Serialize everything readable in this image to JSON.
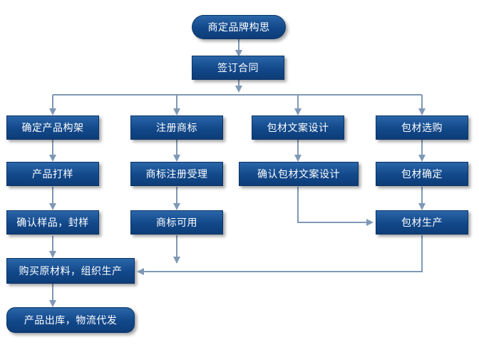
{
  "nodes": {
    "brand_concept": "商定品牌构思",
    "sign_contract": "签订合同",
    "confirm_product_frame": "确定产品构架",
    "register_trademark": "注册商标",
    "packaging_copy_design": "包材文案设计",
    "packaging_selection": "包材选购",
    "product_sampling": "产品打样",
    "trademark_registration_accepted": "商标注册受理",
    "confirm_packaging_copy_design": "确认包材文案设计",
    "packaging_confirmed": "包材确定",
    "confirm_sample_seal": "确认样品，封样",
    "trademark_available": "商标可用",
    "packaging_production": "包材生产",
    "buy_materials_organize_production": "购买原材料，组织生产",
    "product_out_logistics_dispatch": "产品出库，物流代发"
  },
  "colors": {
    "node_fill": "#12488a",
    "node_border": "#0b3466",
    "connector": "#7f98b6",
    "text": "#ffffff"
  }
}
